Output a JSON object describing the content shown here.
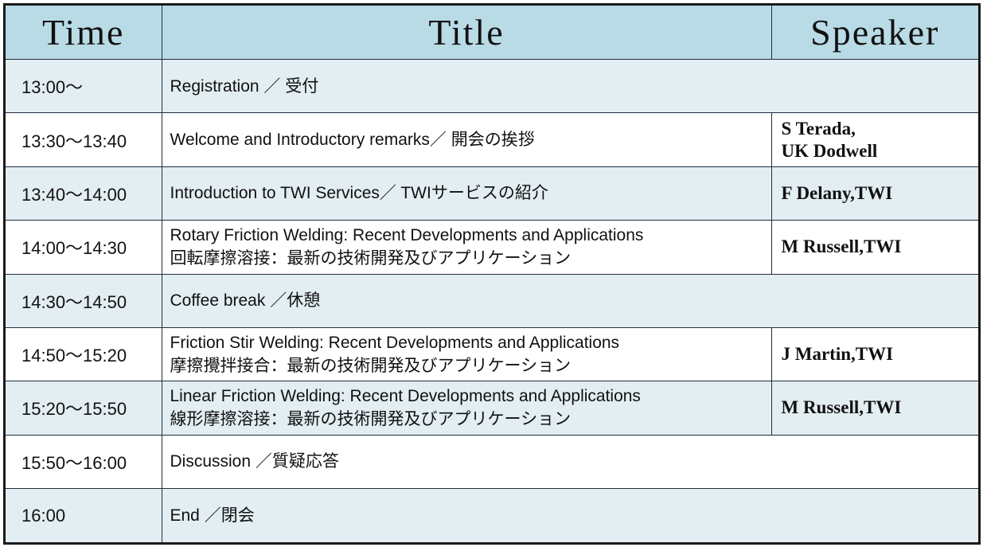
{
  "header": {
    "time": "Time",
    "title": "Title",
    "speaker": "Speaker"
  },
  "rows": [
    {
      "time": "13:00～",
      "title": [
        "Registration ／ 受付"
      ],
      "speaker": []
    },
    {
      "time": "13:30～13:40",
      "title": [
        "Welcome and Introductory remarks／ 開会の挨拶"
      ],
      "speaker": [
        "S Terada,",
        "UK Dodwell"
      ]
    },
    {
      "time": "13:40～14:00",
      "title": [
        "Introduction to TWI Services／ TWIサービスの紹介"
      ],
      "speaker": [
        "F Delany,TWI"
      ]
    },
    {
      "time": "14:00～14:30",
      "title": [
        "Rotary Friction Welding: Recent Developments and Applications",
        "回転摩擦溶接：最新の技術開発及びアプリケーション"
      ],
      "speaker": [
        "M Russell,TWI"
      ]
    },
    {
      "time": "14:30～14:50",
      "title": [
        "Coffee break ／休憩"
      ],
      "speaker": []
    },
    {
      "time": "14:50～15:20",
      "title": [
        "Friction Stir Welding: Recent Developments and Applications",
        "摩擦攪拌接合：最新の技術開発及びアプリケーション"
      ],
      "speaker": [
        "J Martin,TWI"
      ]
    },
    {
      "time": "15:20～15:50",
      "title": [
        "Linear Friction Welding: Recent Developments and Applications",
        "線形摩擦溶接：最新の技術開発及びアプリケーション"
      ],
      "speaker": [
        "M Russell,TWI"
      ]
    },
    {
      "time": "15:50～16:00",
      "title": [
        "Discussion ／質疑応答"
      ],
      "speaker": []
    },
    {
      "time": "16:00",
      "title": [
        "End ／閉会"
      ],
      "speaker": []
    }
  ],
  "colors": {
    "header_bg": "#b9dbe5",
    "row_shaded": "#e3eef2",
    "row_white": "#ffffff",
    "border": "#1f2d3d"
  }
}
